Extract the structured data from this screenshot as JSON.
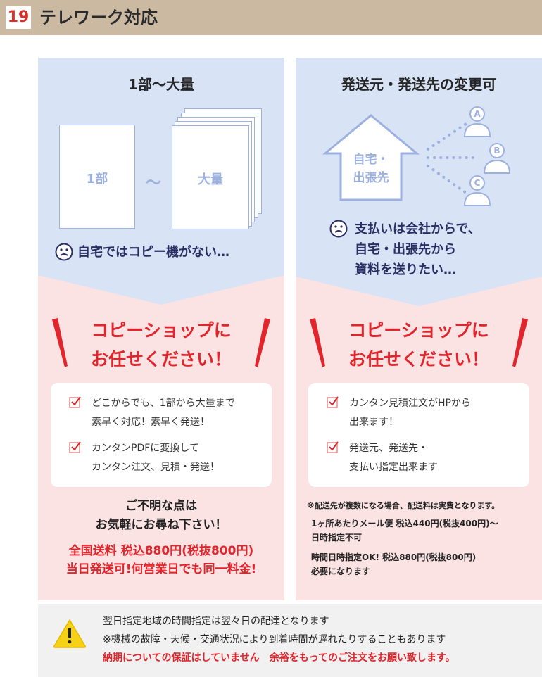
{
  "header": {
    "number": "19",
    "title": "テレワーク対応"
  },
  "left_panel": {
    "title": "1部〜大量",
    "sheet_small_label": "1部",
    "tilde": "〜",
    "sheet_large_label": "大量",
    "trouble": "自宅ではコピー機がない…",
    "cta_line1": "コピーショップに",
    "cta_line2": "お任せください！",
    "items": [
      {
        "line1": "どこからでも、1部から大量まで",
        "line2": "素早く対応！素早く発送！"
      },
      {
        "line1": "カンタンPDFに変換して",
        "line2": "カンタン注文、見積・発送！"
      }
    ],
    "inquiry_line1": "ご不明な点は",
    "inquiry_line2": "お気軽にお尋ね下さい！",
    "promo_line1": "全国送料 税込880円(税抜800円)",
    "promo_line2": "当日発送可!何営業日でも同一料金!"
  },
  "right_panel": {
    "title": "発送元・発送先の変更可",
    "house_label_line1": "自宅・",
    "house_label_line2": "出張先",
    "person_labels": [
      "A",
      "B",
      "C"
    ],
    "trouble_line1": "支払いは会社からで、",
    "trouble_line2": "自宅・出張先から",
    "trouble_line3": "資料を送りたい…",
    "cta_line1": "コピーショップに",
    "cta_line2": "お任せください！",
    "items": [
      {
        "line1": "カンタン見積注文がHPから",
        "line2": "出来ます！"
      },
      {
        "line1": "発送元、発送先・",
        "line2": "支払い指定出来ます"
      }
    ],
    "note": "※配送先が複数になる場合、配送料は実費となります。",
    "mail_line1": "1ヶ所あたりメール便 税込440円(税抜400円)〜",
    "mail_line2": "日時指定不可",
    "time_line1": "時間日時指定OK! 税込880円(税抜800円)",
    "time_line2": "必要になります"
  },
  "bottom": {
    "line1": "翌日指定地域の時間指定は翌々日の配達となります",
    "line2": "※機械の故障・天候・交通状況により到着時間が遅れたりすることもあります",
    "line3": "納期についての保証はしていません　余裕をもってのご注文をお願い致します。"
  },
  "colors": {
    "accent_red": "#e0262c",
    "panel_blue": "#d8e3f6",
    "panel_pink": "#fbe2e3",
    "header_bg": "#cbb9a2",
    "icon_blue": "#9cb1e0"
  }
}
